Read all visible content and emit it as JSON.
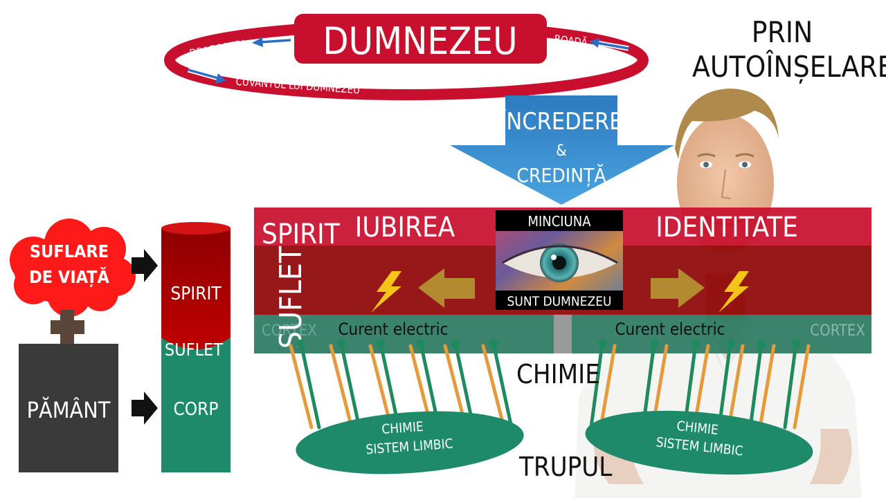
{
  "title": {
    "line1": "PRIN",
    "line2": "AUTOÎNȘELARE"
  },
  "top_cycle": {
    "center": "DUMNEZEU",
    "left_label": "DRAGOSTEA",
    "right_label": "ROADĂ",
    "bottom_label": "CUVÂNTUL LUI DUMNEZEU"
  },
  "down_arrow": {
    "line1": "ÎNCREDERE",
    "line2": "&",
    "line3": "CREDINȚĂ"
  },
  "left_side": {
    "cloud": {
      "line1": "SUFLARE",
      "line2": "DE VIAȚĂ"
    },
    "earth": "PĂMÂNT",
    "column": {
      "spirit": "SPIRIT",
      "suflet": "SUFLET",
      "corp": "CORP"
    }
  },
  "band": {
    "spirit": "SPIRIT",
    "iubirea": "IUBIREA",
    "identitate": "IDENTITATE",
    "suflet": "SUFLET",
    "cortex_left": "CORTEX",
    "cortex_right": "CORTEX",
    "current_left": "Curent electric",
    "current_right": "Curent electric"
  },
  "center_image": {
    "top_caption": "MINCIUNA",
    "bottom_caption": "SUNT DUMNEZEU"
  },
  "lower": {
    "chimie": "CHIMIE",
    "trupul": "TRUPUL",
    "left_ellipse": {
      "line1": "CHIMIE",
      "line2": "SISTEM LIMBIC"
    },
    "right_ellipse": {
      "line1": "CHIMIE",
      "line2": "SISTEM LIMBIC"
    }
  },
  "colors": {
    "red": "#c8102e",
    "dark_red": "#8f0a0a",
    "teal": "#1f8a6a",
    "blue_arrow": "#3a8fd0",
    "orange_wire": "#e59a3c",
    "green_wire": "#1f8a5e",
    "lightning": "#f4c518",
    "brown_arrow": "#a8782a",
    "charcoal": "#3a3a3a"
  }
}
